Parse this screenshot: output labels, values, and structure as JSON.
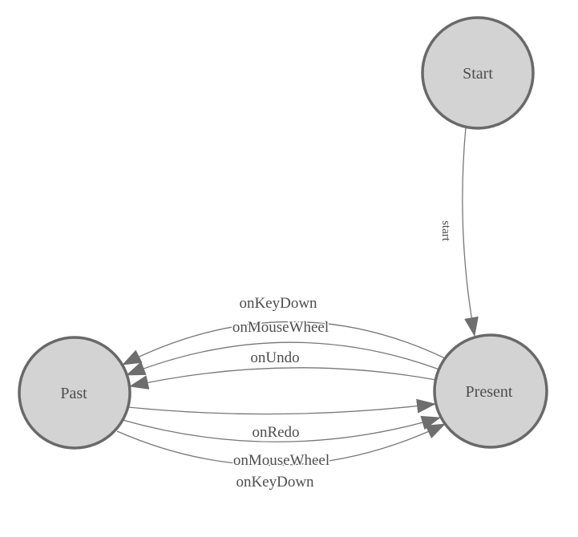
{
  "colors": {
    "background": "#ffffff",
    "node_fill": "#d3d3d3",
    "node_stroke": "#696969",
    "edge": "#777777",
    "arrow": "#6e6e6e",
    "text": "#4d4d4d"
  },
  "nodes": {
    "start": {
      "label": "Start"
    },
    "present": {
      "label": "Present"
    },
    "past": {
      "label": "Past"
    }
  },
  "edges": {
    "start_to_present": {
      "label": "start"
    },
    "present_to_past": [
      {
        "label": "onKeyDown"
      },
      {
        "label": "onMouseWheel"
      },
      {
        "label": "onUndo"
      }
    ],
    "past_to_present": [
      {
        "label": "onRedo"
      },
      {
        "label": "onMouseWheel"
      },
      {
        "label": "onKeyDown"
      }
    ]
  }
}
